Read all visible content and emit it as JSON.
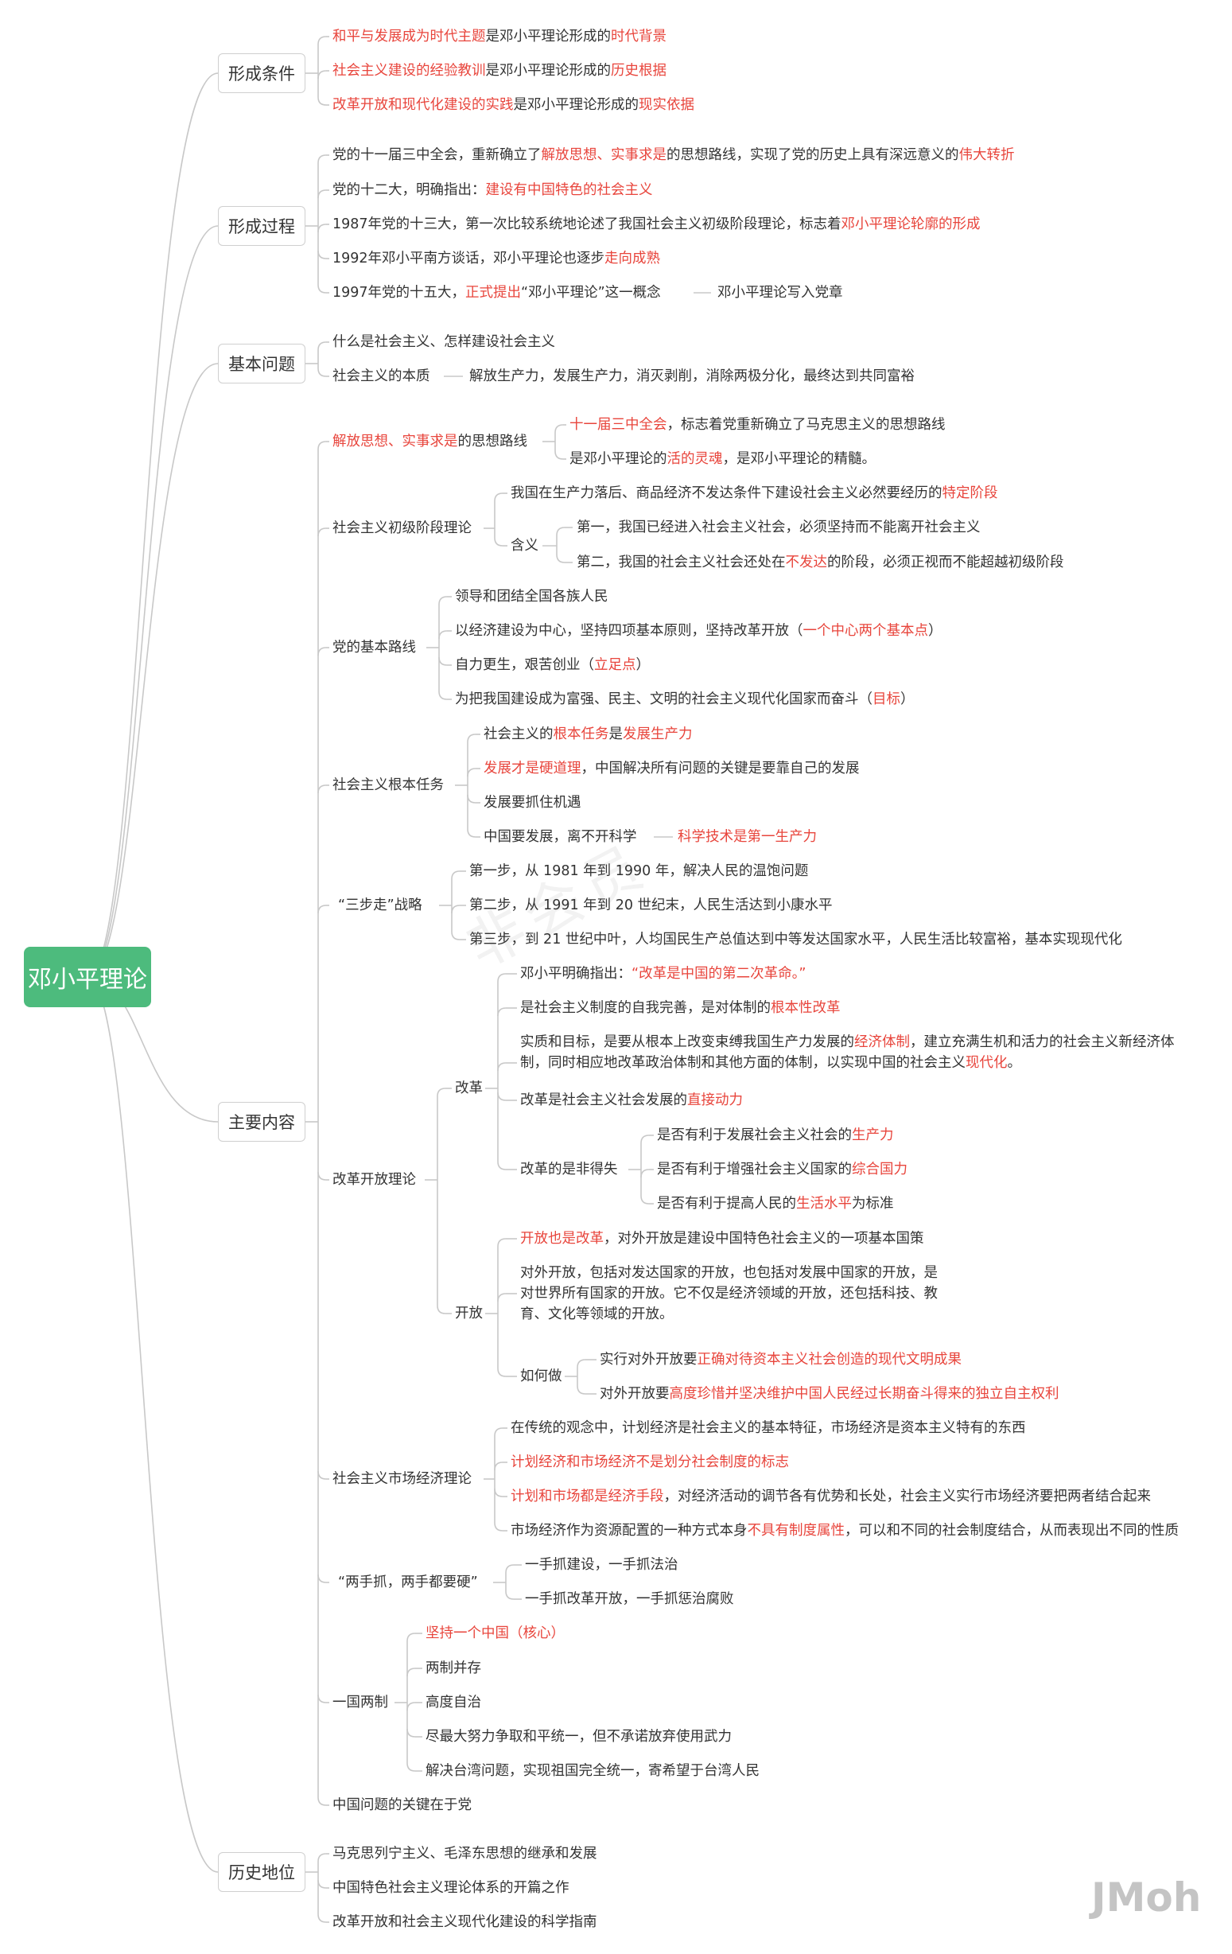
{
  "root": "邓小平理论",
  "watermark": "非会员",
  "brand": "JMoh",
  "colors": {
    "root": "#4dbb7d",
    "highlight": "#e8453c",
    "line": "#c8c8c8",
    "text": "#333333"
  },
  "sections": {
    "s1": {
      "title": "形成条件",
      "n1": {
        "a": "和平与发展成为时代主题",
        "b": "是邓小平理论形成的",
        "c": "时代背景"
      },
      "n2": {
        "a": "社会主义建设的经验教训",
        "b": "是邓小平理论形成的",
        "c": "历史根据"
      },
      "n3": {
        "a": "改革开放和现代化建设的实践",
        "b": "是邓小平理论形成的",
        "c": "现实依据"
      }
    },
    "s2": {
      "title": "形成过程",
      "n1": {
        "a": "党的十一届三中全会，重新确立了",
        "b": "解放思想、实事求是",
        "c": "的思想路线，实现了党的历史上具有深远意义的",
        "d": "伟大转折"
      },
      "n2": {
        "a": "党的十二大，明确指出：",
        "b": "建设有中国特色的社会主义"
      },
      "n3": {
        "a": "1987年党的十三大，第一次比较系统地论述了我国社会主义初级阶段理论，标志着",
        "b": "邓小平理论轮廓的形成"
      },
      "n4": {
        "a": "1992年邓小平南方谈话，邓小平理论也逐步",
        "b": "走向成熟"
      },
      "n5": {
        "a": "1997年党的十五大，",
        "b": "正式提出",
        "c": "“邓小平理论”这一概念",
        "d": "邓小平理论写入党章"
      }
    },
    "s3": {
      "title": "基本问题",
      "n1": "什么是社会主义、怎样建设社会主义",
      "n2": {
        "a": "社会主义的本质",
        "b": "解放生产力，发展生产力，消灭剥削，消除两极分化，最终达到共同富裕"
      }
    },
    "s4": {
      "title": "主要内容",
      "sixiang": {
        "label": {
          "a": "解放思想、实事求是",
          "b": "的思想路线"
        },
        "c1": {
          "a": "十一届三中全会",
          "b": "，标志着党重新确立了马克思主义的思想路线"
        },
        "c2": {
          "a": "是邓小平理论的",
          "b": "活的灵魂",
          "c": "，是邓小平理论的精髓。"
        }
      },
      "chuji": {
        "label": "社会主义初级阶段理论",
        "c1": {
          "a": "我国在生产力落后、商品经济不发达条件下建设社会主义必然要经历的",
          "b": "特定阶段"
        },
        "hanyi": "含义",
        "h1": "第一，我国已经进入社会主义社会，必须坚持而不能离开社会主义",
        "h2": {
          "a": "第二，我国的社会主义社会还处在",
          "b": "不发达",
          "c": "的阶段，必须正视而不能超越初级阶段"
        }
      },
      "luxian": {
        "label": "党的基本路线",
        "c1": "领导和团结全国各族人民",
        "c2": {
          "a": "以经济建设为中心，坚持四项基本原则，坚持改革开放（",
          "b": "一个中心两个基本点",
          "c": "）"
        },
        "c3": {
          "a": "自力更生，艰苦创业（",
          "b": "立足点",
          "c": "）"
        },
        "c4": {
          "a": "为把我国建设成为富强、民主、文明的社会主义现代化国家而奋斗（",
          "b": "目标",
          "c": "）"
        }
      },
      "renwu": {
        "label": "社会主义根本任务",
        "c1": {
          "a": "社会主义的",
          "b": "根本任务",
          "c": "是",
          "d": "发展生产力"
        },
        "c2": {
          "a": "发展才是硬道理",
          "b": "，中国解决所有问题的关键是要靠自己的发展"
        },
        "c3": "发展要抓住机遇",
        "c4": {
          "a": "中国要发展，离不开科学",
          "b": "科学技术是第一生产力"
        }
      },
      "sanbu": {
        "label": "“三步走”战略",
        "c1": "第一步，从 1981 年到 1990 年，解决人民的温饱问题",
        "c2": "第二步，从 1991 年到 20 世纪末，人民生活达到小康水平",
        "c3": "第三步，到 21 世纪中叶，人均国民生产总值达到中等发达国家水平，人民生活比较富裕，基本实现现代化"
      },
      "gaige": {
        "label": "改革开放理论",
        "g": {
          "label": "改革",
          "c1": {
            "a": "邓小平明确指出：",
            "b": "“改革是中国的第二次革命。”"
          },
          "c2": {
            "a": "是社会主义制度的自我完善，是对体制的",
            "b": "根本性改革"
          },
          "c3": {
            "a": "实质和目标，是要从根本上改变束缚我国生产力发展的",
            "b": "经济体制",
            "c": "，建立充满生机和活力的社会主义新经济体制，同时相应地改革政治体制和其他方面的体制，以实现中国的社会主义",
            "d": "现代化",
            "e": "。"
          },
          "c4": {
            "a": "改革是社会主义社会发展的",
            "b": "直接动力"
          },
          "deshi": "改革的是非得失",
          "d1": {
            "a": "是否有利于发展社会主义社会的",
            "b": "生产力"
          },
          "d2": {
            "a": "是否有利于增强社会主义国家的",
            "b": "综合国力"
          },
          "d3": {
            "a": "是否有利于提高人民的",
            "b": "生活水平",
            "c": "为标准"
          }
        },
        "k": {
          "label": "开放",
          "c1": {
            "a": "开放也是改革",
            "b": "，对外开放是建设中国特色社会主义的一项基本国策"
          },
          "c2": "对外开放，包括对发达国家的开放，也包括对发展中国家的开放，是对世界所有国家的开放。它不仅是经济领域的开放，还包括科技、教育、文化等领域的开放。",
          "ruhe": "如何做",
          "r1": {
            "a": "实行对外开放要",
            "b": "正确对待资本主义社会创造的现代文明成果"
          },
          "r2": {
            "a": "对外开放要",
            "b": "高度珍惜并坚决维护中国人民经过长期奋斗得来的独立自主权利"
          }
        }
      },
      "shichang": {
        "label": "社会主义市场经济理论",
        "c1": "在传统的观念中，计划经济是社会主义的基本特征，市场经济是资本主义特有的东西",
        "c2": "计划经济和市场经济不是划分社会制度的标志",
        "c3": {
          "a": "计划和市场都是经济手段",
          "b": "，对经济活动的调节各有优势和长处，社会主义实行市场经济要把两者结合起来"
        },
        "c4": {
          "a": "市场经济作为资源配置的一种方式本身",
          "b": "不具有制度属性",
          "c": "，可以和不同的社会制度结合，从而表现出不同的性质"
        }
      },
      "liangshou": {
        "label": "“两手抓，两手都要硬”",
        "c1": "一手抓建设，一手抓法治",
        "c2": "一手抓改革开放，一手抓惩治腐败"
      },
      "yiguo": {
        "label": "一国两制",
        "c1": "坚持一个中国（核心）",
        "c2": "两制并存",
        "c3": "高度自治",
        "c4": "尽最大努力争取和平统一，但不承诺放弃使用武力",
        "c5": "解决台湾问题，实现祖国完全统一，寄希望于台湾人民"
      },
      "guanjian": "中国问题的关键在于党"
    },
    "s5": {
      "title": "历史地位",
      "n1": "马克思列宁主义、毛泽东思想的继承和发展",
      "n2": "中国特色社会主义理论体系的开篇之作",
      "n3": "改革开放和社会主义现代化建设的科学指南"
    }
  }
}
